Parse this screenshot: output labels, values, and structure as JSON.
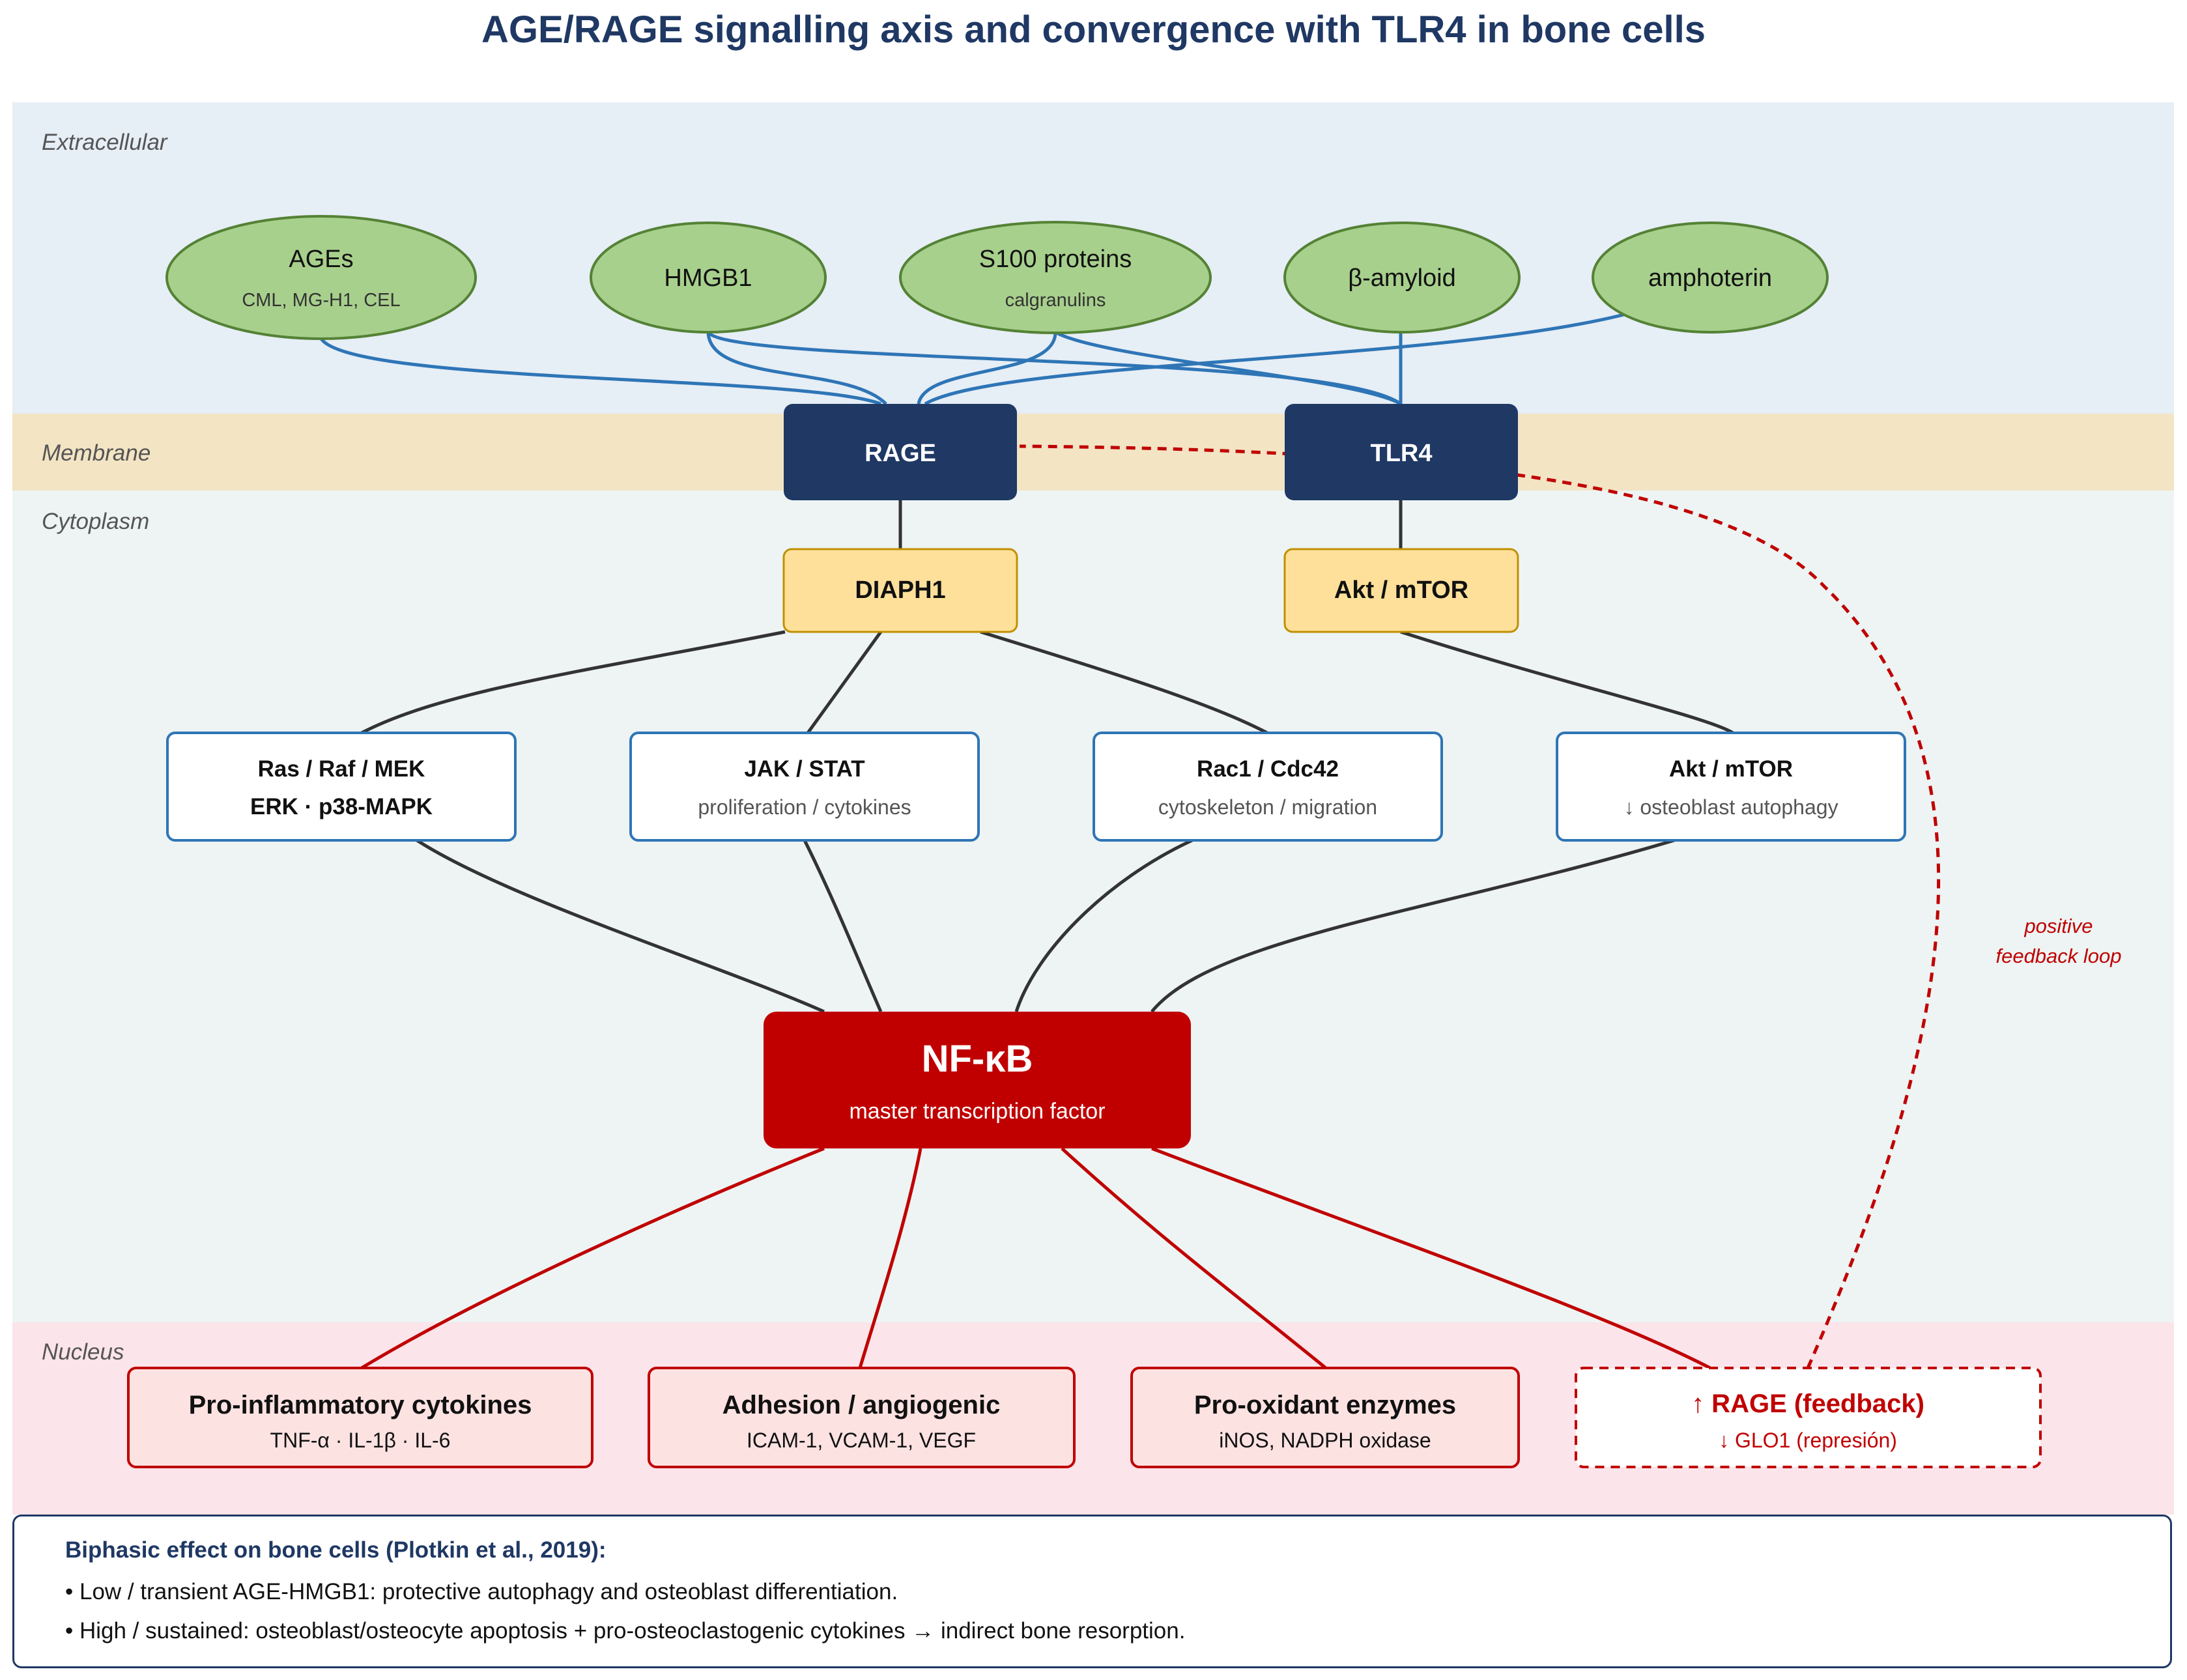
{
  "title": "AGE/RAGE signalling axis and convergence with TLR4 in bone cells",
  "zones": {
    "extracellular": "Extracellular",
    "membrane": "Membrane",
    "cytoplasm": "Cytoplasm",
    "nucleus": "Nucleus"
  },
  "ligands": [
    {
      "name": "AGEs",
      "sub": "CML, MG-H1, CEL"
    },
    {
      "name": "HMGB1",
      "sub": ""
    },
    {
      "name": "S100 proteins",
      "sub": "calgranulins"
    },
    {
      "name": "β-amyloid",
      "sub": ""
    },
    {
      "name": "amphoterin",
      "sub": ""
    }
  ],
  "receptors": {
    "rage": "RAGE",
    "tlr4": "TLR4"
  },
  "adaptors": {
    "diaph1": "DIAPH1",
    "akt_mtor": "Akt / mTOR"
  },
  "pathways": [
    {
      "line1": "Ras / Raf / MEK",
      "line2": "ERK · p38-MAPK"
    },
    {
      "line1": "JAK / STAT",
      "line2": "proliferation / cytokines"
    },
    {
      "line1": "Rac1 / Cdc42",
      "line2": "cytoskeleton / migration"
    },
    {
      "line1": "Akt / mTOR",
      "line2": "↓ osteoblast autophagy"
    }
  ],
  "nfkb": {
    "title": "NF-κB",
    "sub": "master transcription factor"
  },
  "outputs": [
    {
      "title": "Pro-inflammatory cytokines",
      "sub": "TNF-α · IL-1β · IL-6"
    },
    {
      "title": "Adhesion / angiogenic",
      "sub": "ICAM-1, VCAM-1, VEGF"
    },
    {
      "title": "Pro-oxidant enzymes",
      "sub": "iNOS, NADPH oxidase"
    },
    {
      "title": "↑ RAGE  (feedback)",
      "sub": "↓ GLO1  (represión)"
    }
  ],
  "feedback_label": {
    "line1": "positive",
    "line2": "feedback loop"
  },
  "note": {
    "title": "Biphasic effect on bone cells (Plotkin et al., 2019):",
    "lines": [
      "• Low / transient AGE-HMGB1: protective autophagy and osteoblast differentiation.",
      "• High / sustained: osteoblast/osteocyte apoptosis + pro-osteoclastogenic cytokines → indirect bone resorption."
    ]
  },
  "colors": {
    "extracellular_bg": "#e6eef6",
    "membrane_bg": "#f3e4c4",
    "cytoplasm_bg": "#edf4f3",
    "nucleus_bg": "#fbe4ea",
    "ligand_fill": "#a8d08d",
    "ligand_stroke": "#548235",
    "receptor_fill": "#1f3864",
    "adaptor_fill": "#ffe09a",
    "pathway_stroke": "#2e75b6",
    "nfkb_fill": "#c00000",
    "output_fill": "#fde2e2",
    "feedback_red": "#c00000",
    "ligand_link": "#2e75b6"
  }
}
